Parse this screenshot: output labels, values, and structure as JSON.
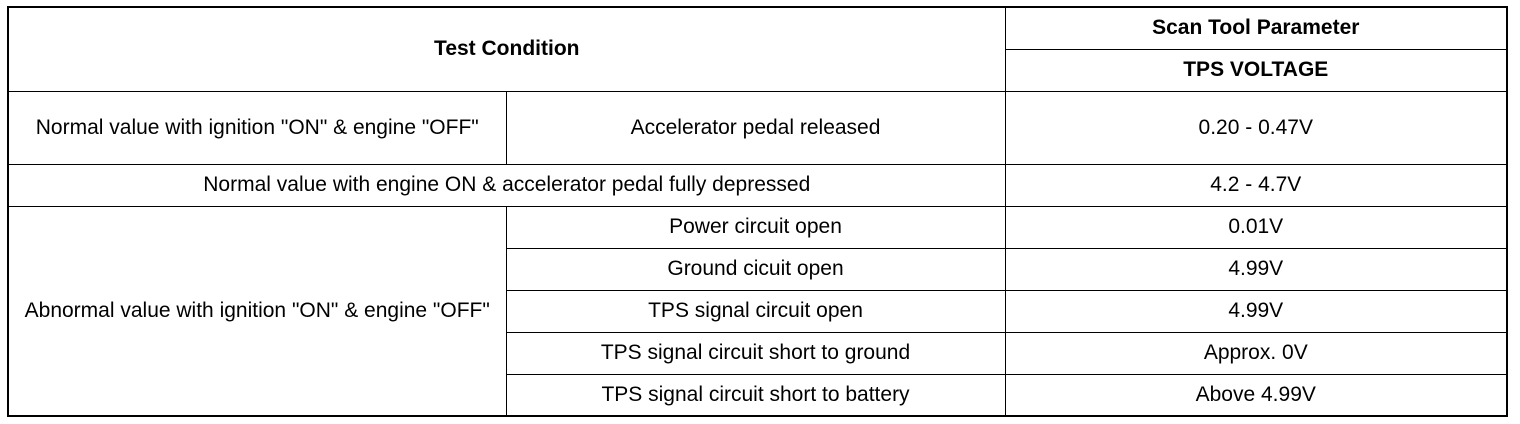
{
  "header": {
    "test_condition": "Test Condition",
    "scan_tool_parameter": "Scan Tool Parameter",
    "tps_voltage": "TPS VOLTAGE"
  },
  "rows": {
    "normal_ign_on": {
      "condition": "Normal value with ignition \"ON\" & engine \"OFF\"",
      "sub": "Accelerator pedal released",
      "value": "0.20 - 0.47V"
    },
    "normal_engine_on": {
      "condition": "Normal value with engine ON & accelerator pedal fully depressed",
      "value": "4.2 - 4.7V"
    },
    "abnormal": {
      "condition": "Abnormal value with ignition \"ON\" & engine \"OFF\"",
      "items": [
        {
          "sub": "Power circuit open",
          "value": "0.01V"
        },
        {
          "sub": "Ground cicuit open",
          "value": "4.99V"
        },
        {
          "sub": "TPS signal circuit open",
          "value": "4.99V"
        },
        {
          "sub": "TPS signal circuit short to ground",
          "value": "Approx. 0V"
        },
        {
          "sub": "TPS signal circuit short to battery",
          "value": "Above 4.99V"
        }
      ]
    }
  }
}
